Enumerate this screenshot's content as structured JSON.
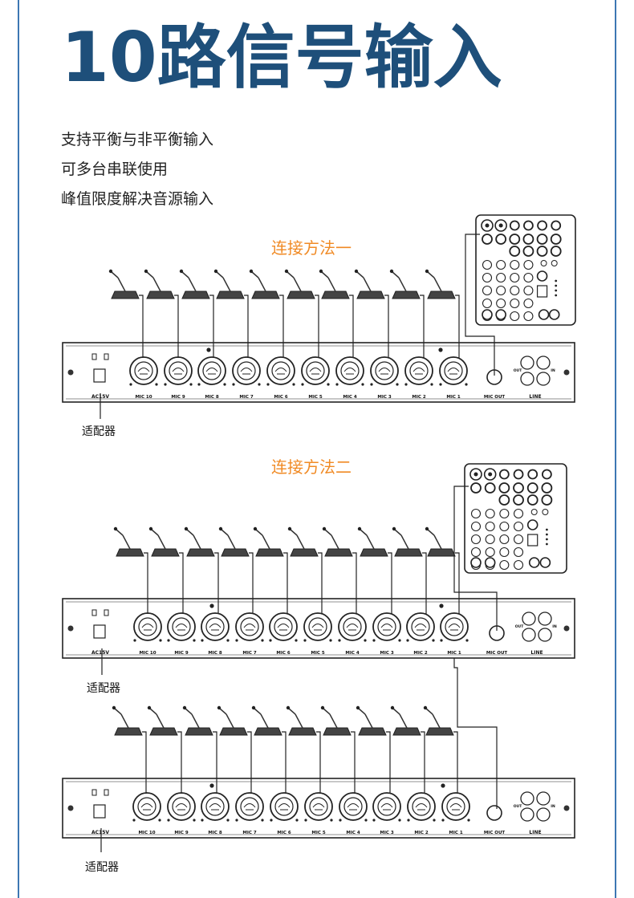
{
  "title": "10路信号输入",
  "features": [
    "支持平衡与非平衡输入",
    "可多台串联使用",
    "峰值限度解决音源输入"
  ],
  "methods": [
    {
      "heading": "连接方法一"
    },
    {
      "heading": "连接方法二"
    }
  ],
  "panel": {
    "mic_labels": [
      "MIC 10",
      "MIC 9",
      "MIC 8",
      "MIC 7",
      "MIC 6",
      "MIC 5",
      "MIC 4",
      "MIC 3",
      "MIC 2",
      "MIC 1"
    ],
    "power_label": "AC15V",
    "mic_out_label": "MIC OUT",
    "line_label": "LINE",
    "out_label": "OUT",
    "in_label": "IN",
    "adapter_label": "适配器"
  },
  "colors": {
    "frame": "#3d77b3",
    "title": "#1e4f7a",
    "heading": "#f08a24",
    "line": "#222222"
  }
}
